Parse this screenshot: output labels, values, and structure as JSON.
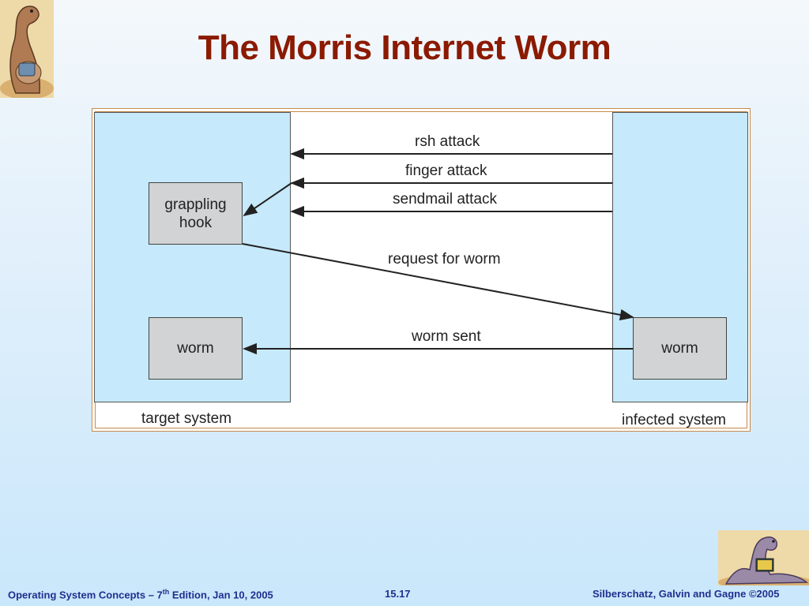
{
  "slide": {
    "title": "The Morris Internet Worm"
  },
  "diagram": {
    "boxes": {
      "grappling_hook": "grappling\nhook",
      "worm_target": "worm",
      "worm_infected": "worm"
    },
    "arrows": {
      "rsh": "rsh attack",
      "finger": "finger attack",
      "sendmail": "sendmail attack",
      "request": "request for worm",
      "sent": "worm sent"
    },
    "systems": {
      "target": "target system",
      "infected": "infected system"
    }
  },
  "footer": {
    "left_prefix": "Operating System Concepts – 7",
    "left_sup": "th",
    "left_suffix": " Edition, Jan 10, 2005",
    "center": "15.17",
    "right": "Silberschatz, Galvin and Gagne ©2005"
  }
}
